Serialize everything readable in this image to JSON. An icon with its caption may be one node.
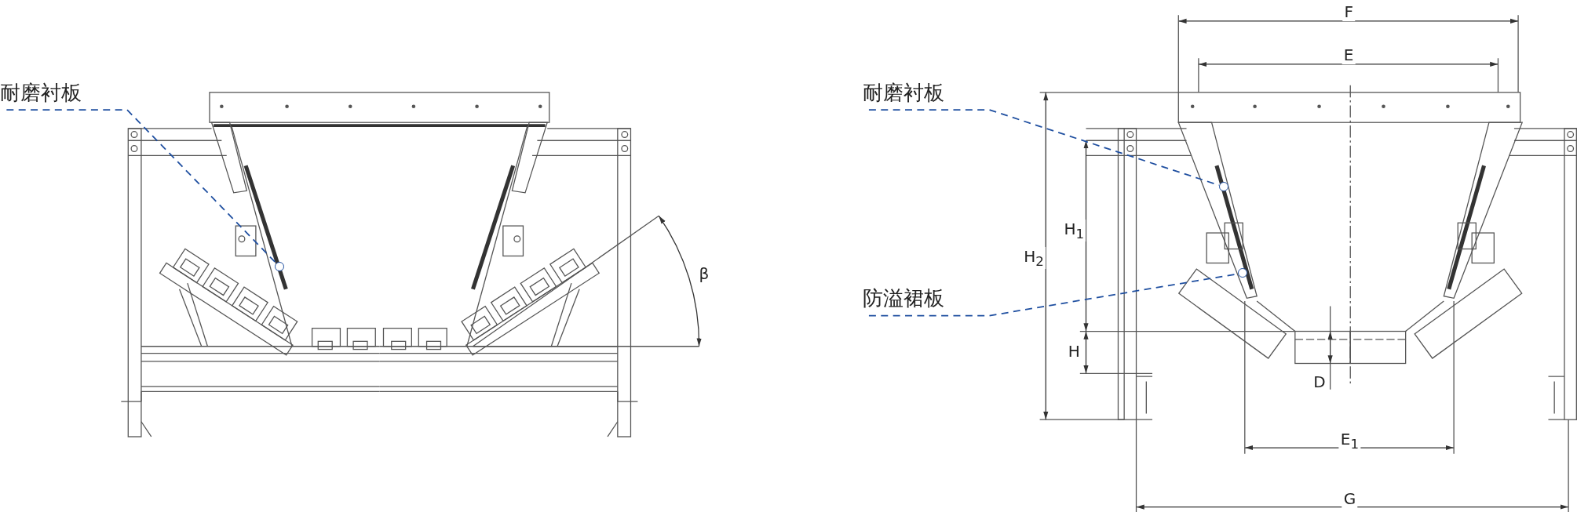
{
  "diagram": {
    "nodes": [
      {
        "text": [
          "耐磨衬板"
        ]
      },
      {
        "text": [],
        "shape": "circle"
      },
      {
        "text": [
          "耐磨衬板"
        ]
      },
      {
        "text": [],
        "shape": "circle"
      },
      {
        "text": [
          "防溢裙板"
        ]
      },
      {
        "text": [],
        "shape": "circle"
      }
    ],
    "edges": [
      {
        "from": 0,
        "to": 1,
        "arrow": "none",
        "style": "dashed",
        "color": "#1f4fa0"
      },
      {
        "from": 2,
        "to": 3,
        "arrow": "none",
        "style": "dashed",
        "color": "#1f4fa0"
      },
      {
        "from": 4,
        "to": 5,
        "arrow": "none",
        "style": "dashed",
        "color": "#1f4fa0"
      }
    ],
    "labels": [
      "β",
      "F",
      "E",
      "H$_{2}$",
      "H$_{1}$",
      "H",
      "D",
      "E$_{1}$",
      "G"
    ]
  }
}
